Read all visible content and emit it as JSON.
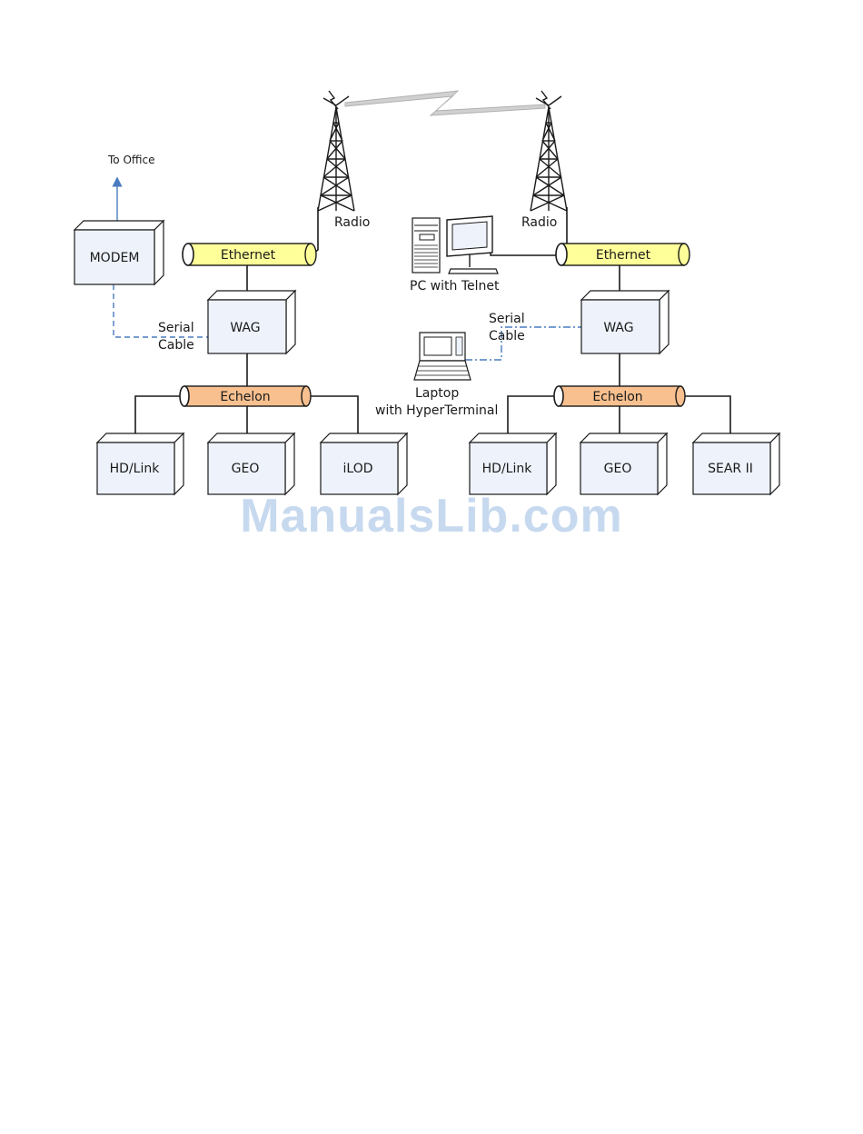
{
  "diagram": {
    "to_office": "To Office",
    "modem": "MODEM",
    "radio_left": "Radio",
    "radio_right": "Radio",
    "ethernet_left": "Ethernet",
    "ethernet_right": "Ethernet",
    "pc_label": "PC with Telnet",
    "serial_left_line1": "Serial",
    "serial_left_line2": "Cable",
    "serial_right_line1": "Serial",
    "serial_right_line2": "Cable",
    "wag_left": "WAG",
    "wag_right": "WAG",
    "laptop_line1": "Laptop",
    "laptop_line2": "with HyperTerminal",
    "echelon_left": "Echelon",
    "echelon_right": "Echelon",
    "left_devices": [
      "HD/Link",
      "GEO",
      "iLOD"
    ],
    "right_devices": [
      "HD/Link",
      "GEO",
      "SEAR II"
    ]
  },
  "watermark": "ManualsLib.com",
  "colors": {
    "ethernet": "#ffff99",
    "echelon": "#f8c08f",
    "box_face": "#eef3fb",
    "serial_line": "#4a7bbf",
    "radio_link": "#c8c8c8"
  }
}
